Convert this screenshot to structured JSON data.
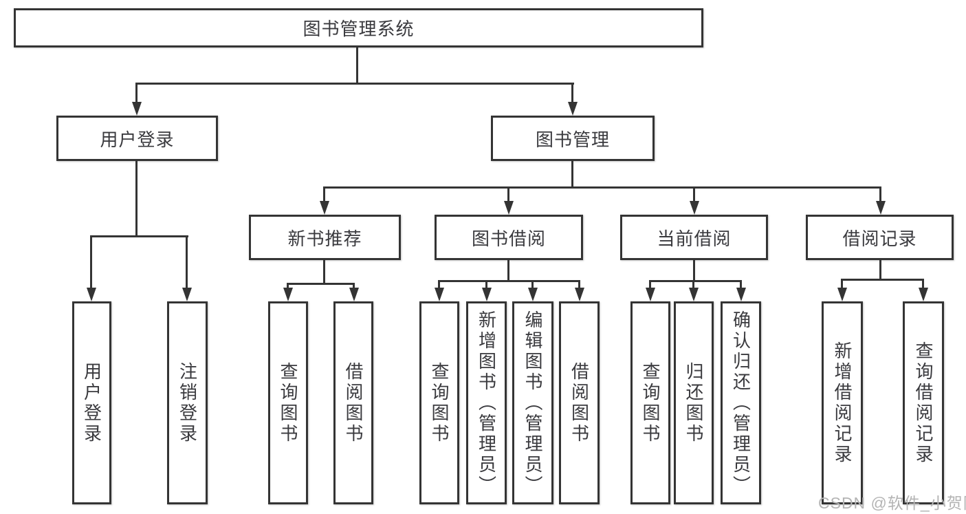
{
  "tree": {
    "root": {
      "label": "图书管理系统",
      "children": [
        {
          "label": "用户登录",
          "children": [
            {
              "label": "用户登录"
            },
            {
              "label": "注销登录"
            }
          ]
        },
        {
          "label": "图书管理",
          "children": [
            {
              "label": "新书推荐",
              "children": [
                {
                  "label": "查询图书"
                },
                {
                  "label": "借阅图书"
                }
              ]
            },
            {
              "label": "图书借阅",
              "children": [
                {
                  "label": "查询图书"
                },
                {
                  "label": "新增图书（管理员）"
                },
                {
                  "label": "编辑图书（管理员）"
                },
                {
                  "label": "借阅图书"
                }
              ]
            },
            {
              "label": "当前借阅",
              "children": [
                {
                  "label": "查询图书"
                },
                {
                  "label": "归还图书"
                },
                {
                  "label": "确认归还（管理员）"
                }
              ]
            },
            {
              "label": "借阅记录",
              "children": [
                {
                  "label": "新增借阅记录"
                },
                {
                  "label": "查询借阅记录"
                }
              ]
            }
          ]
        }
      ]
    }
  },
  "watermark": {
    "text": "CSDN @软件_小贺同学"
  },
  "colors": {
    "line": "#343434",
    "text": "#3a3a3e",
    "watermark": "#b4b4b4",
    "background": "#ffffff"
  }
}
